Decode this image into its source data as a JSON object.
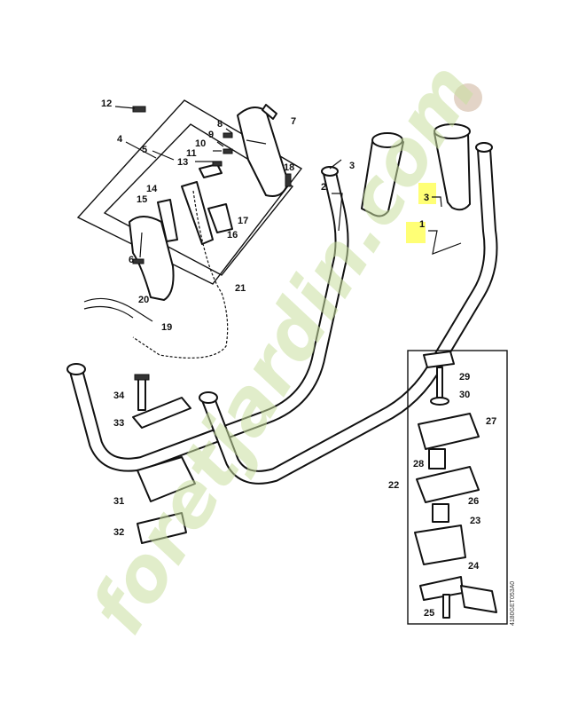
{
  "watermark": {
    "text": "foretjardin.com",
    "color": "#c9dfa0"
  },
  "labels": {
    "p1": "1",
    "p2": "2",
    "p3a": "3",
    "p3b": "3",
    "p4": "4",
    "p5": "5",
    "p6": "6",
    "p7": "7",
    "p8": "8",
    "p9": "9",
    "p10": "10",
    "p11": "11",
    "p12": "12",
    "p13": "13",
    "p14": "14",
    "p15": "15",
    "p16": "16",
    "p17": "17",
    "p18": "18",
    "p19": "19",
    "p20": "20",
    "p21": "21",
    "p22": "22",
    "p23": "23",
    "p24": "24",
    "p25": "25",
    "p26": "26",
    "p27": "27",
    "p28": "28",
    "p29": "29",
    "p30": "30",
    "p31": "31",
    "p32": "32",
    "p33": "33",
    "p34": "34"
  },
  "reference": "4180GET053A0",
  "highlight_color": "#ffff66"
}
